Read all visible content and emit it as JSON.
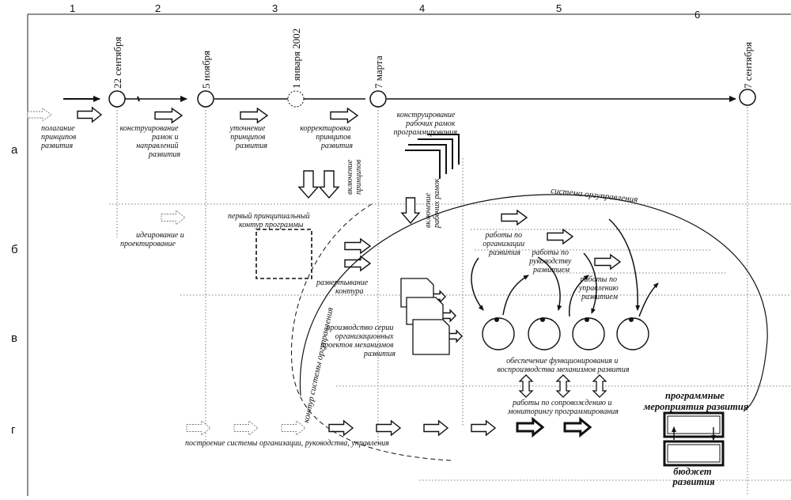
{
  "columns": [
    "1",
    "2",
    "3",
    "4",
    "5",
    "6"
  ],
  "rows": [
    "а",
    "б",
    "в",
    "г"
  ],
  "dates": {
    "d1": "22 сентября",
    "d2": "5 ноября",
    "d3": "1 января 2002",
    "d4": "7 марта",
    "d5": "7 сентября"
  },
  "labels": {
    "polaganie": [
      "полагание",
      "принципов",
      "развития"
    ],
    "konstr_ramok": [
      "конструирование",
      "рамок и",
      "направлений",
      "развития"
    ],
    "utochnenie": [
      "уточнение",
      "принципов",
      "развития"
    ],
    "korrektirovka": [
      "корректировка",
      "принципов",
      "развития"
    ],
    "konstr_rabochih": [
      "конструирование",
      "рабочих рамок",
      "программирования"
    ],
    "vkluchenie_principov": [
      "включение",
      "принципов"
    ],
    "vkluchenie_ramok": [
      "включение",
      "рабочих рамок"
    ],
    "sistema_orgupravleniya": "система оргуправления",
    "ideirovanie": [
      "идеирование и",
      "проектирование"
    ],
    "pervyi_kontur": [
      "первый принципиальный",
      "контур программы"
    ],
    "razvertyvanie": [
      "развертывание",
      "контура"
    ],
    "raboty_organizacii": [
      "работы по",
      "организации",
      "развития"
    ],
    "raboty_rukovodstvu": [
      "работы по",
      "руководству",
      "развитием"
    ],
    "raboty_upravleniyu": [
      "работы по",
      "управлению",
      "развитием"
    ],
    "proizvodstvo": [
      "производство серии",
      "организационных",
      "проектов механизмов",
      "развития"
    ],
    "kontur_sistemy": "контур системы оргуправления",
    "obespechenie": [
      "обеспечение функционирования и",
      "воспроизводства механизмов развития"
    ],
    "soprovozhdenie": [
      "работы по сопровождению и",
      "мониторингу программирования"
    ],
    "postroenie": "построение системы организации, руководства, управления",
    "programmnye": [
      "программные",
      "мероприятия развития"
    ],
    "budzhet": [
      "бюджет",
      "развития"
    ]
  }
}
